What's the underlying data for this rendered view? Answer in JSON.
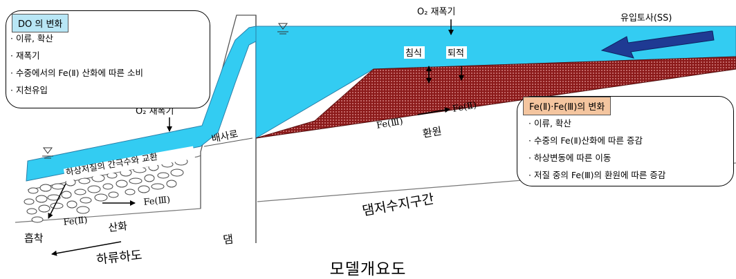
{
  "do_box": {
    "title": "DO 의 변화",
    "items": [
      "이류, 확산",
      "재폭기",
      "수중에서의 Fe(Ⅱ) 산화에 따른 소비",
      "지천유입"
    ]
  },
  "fe_box": {
    "title": "Fe(Ⅱ)·Fe(Ⅲ)의 변화",
    "items": [
      "이류, 확산",
      "수중의 Fe(Ⅱ)산화에 따른 증감",
      "하상변동에 따른 이동",
      "저질 중의 Fe(Ⅲ)의 환원에 따른 증감"
    ]
  },
  "labels": {
    "o2_top": "O₂  재폭기",
    "o2_left": "O₂  재폭기",
    "inflow": "유입토사(SS)",
    "erosion": "침식",
    "deposition": "퇴적",
    "fe3_res": "Fe(Ⅲ)",
    "fe2_res": "Fe(Ⅱ)",
    "reduction": "환원",
    "spillway": "배사로",
    "exchange": "하상저질의 간극수와 교환",
    "fe2_down": "Fe(Ⅱ)",
    "fe3_down": "Fe(Ⅲ)",
    "oxidation": "산화",
    "adsorption": "흡착",
    "dam": "댐",
    "downstream": "하류하도",
    "reservoir": "댐저수지구간",
    "caption": "모델개요도"
  },
  "colors": {
    "water": "#33ccf2",
    "sediment": "#8b1a1a",
    "arrow_blue": "#1f3a93",
    "title_do": "#b8e6f5",
    "title_fe": "#f4c59f"
  }
}
